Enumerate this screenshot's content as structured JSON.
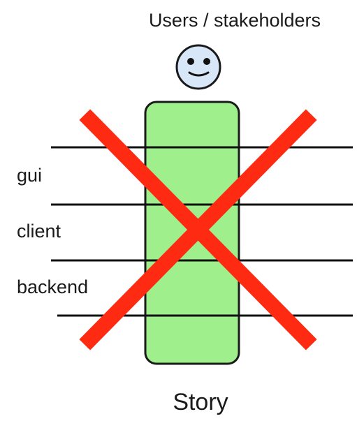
{
  "header": {
    "stakeholder_label": "Users / stakeholders"
  },
  "icons": {
    "stakeholder": "smiley-face-icon",
    "rejection": "red-x-cross-icon"
  },
  "layers": [
    {
      "label": "gui"
    },
    {
      "label": "client"
    },
    {
      "label": "backend"
    }
  ],
  "story": {
    "label": "Story"
  },
  "colors": {
    "story_fill": "#9ff08c",
    "story_border": "#1a1a1a",
    "face_fill": "#d8e7f7",
    "cross": "#ff2a12",
    "line": "#111111"
  }
}
